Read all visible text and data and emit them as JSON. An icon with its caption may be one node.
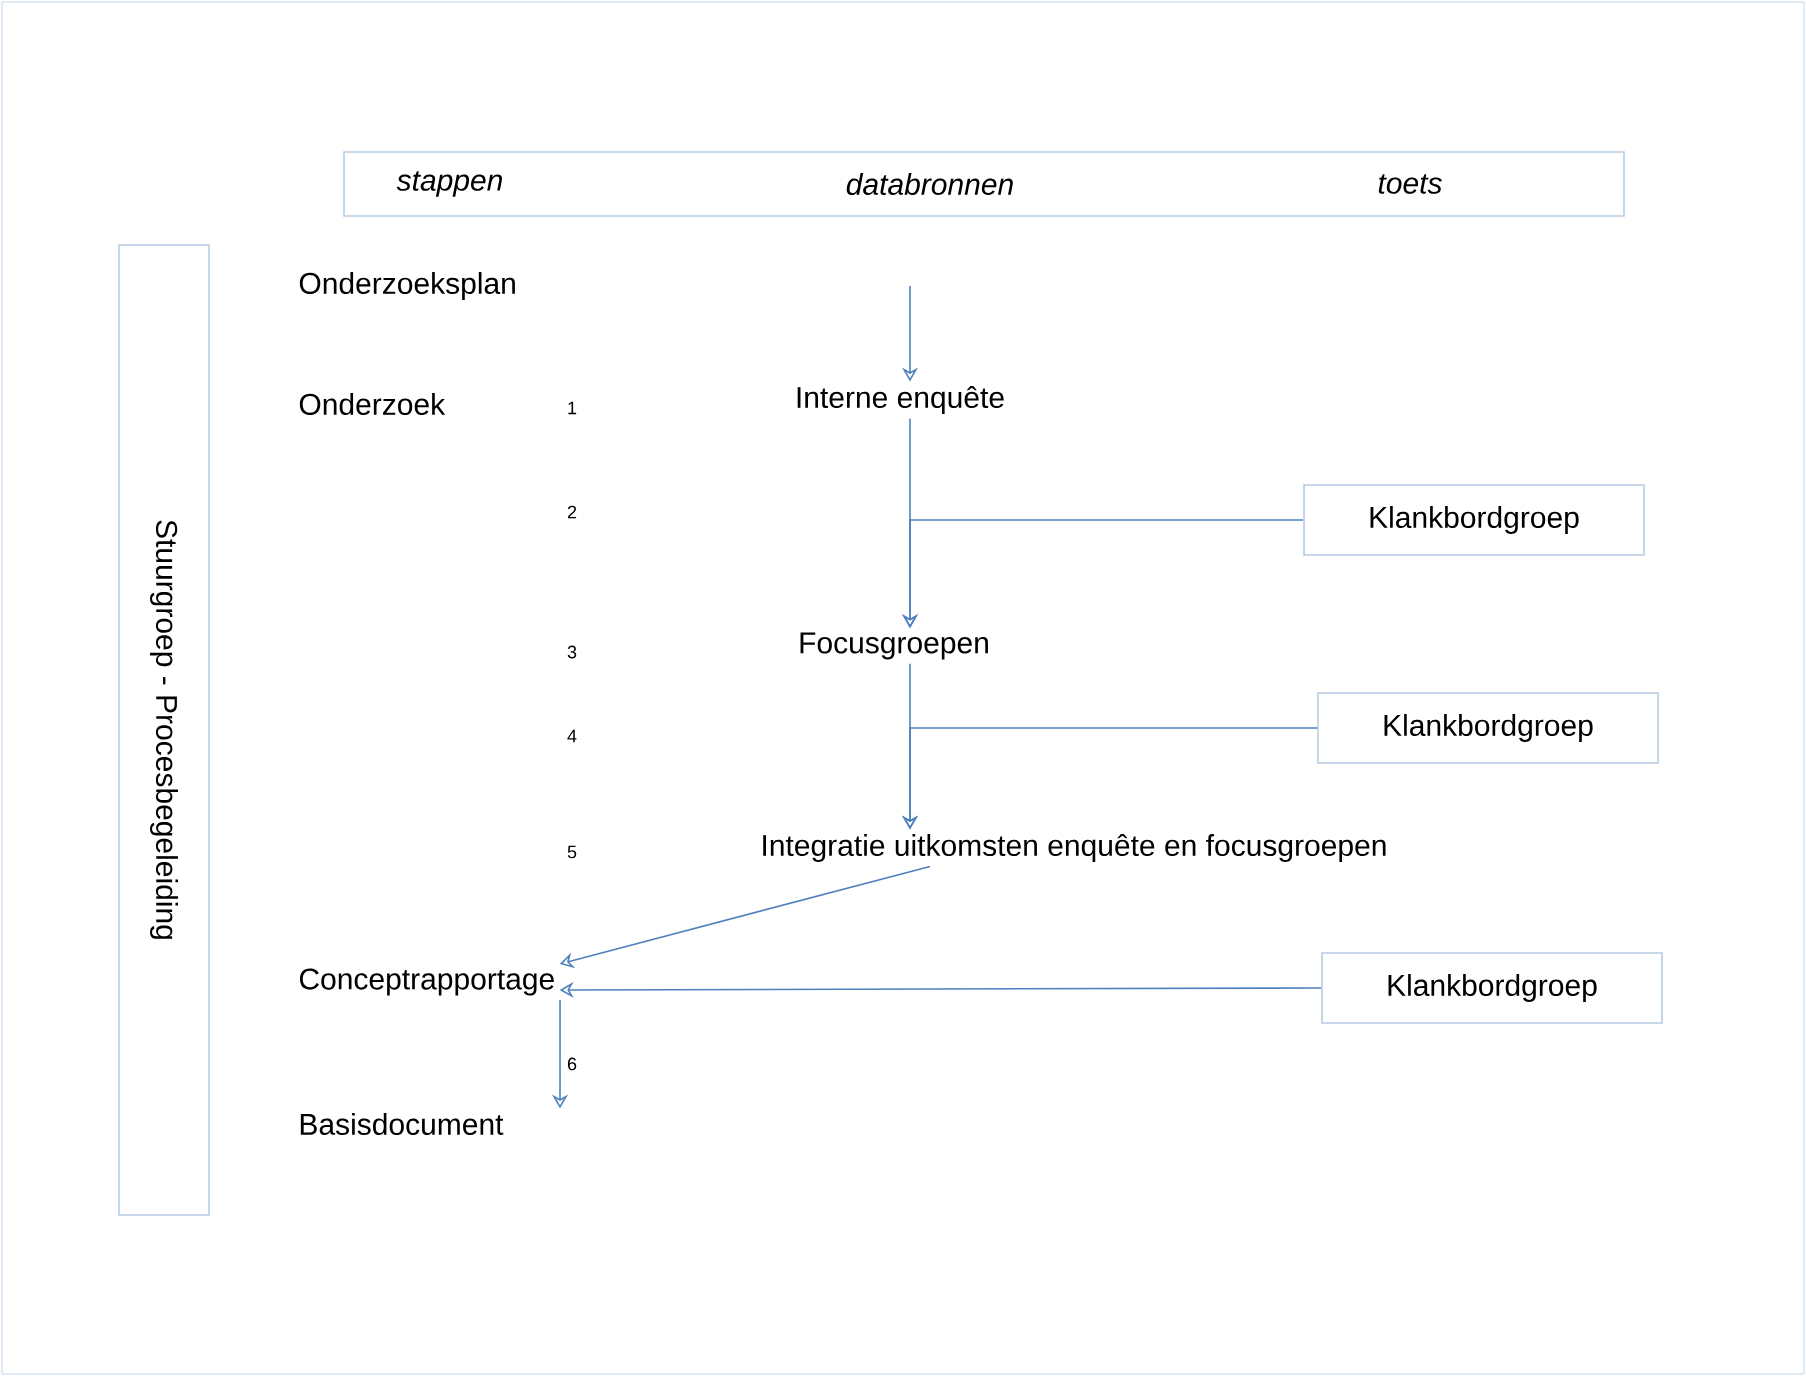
{
  "diagram": {
    "nodes": [
      {
        "text": [
          "stappen",
          "databronnen",
          "toets"
        ]
      },
      {
        "text": [
          "Stuurgroep - Procesbegeleiding"
        ]
      },
      {
        "text": [
          "Onderzoeksplan"
        ]
      },
      {
        "text": [
          "Onderzoek"
        ]
      },
      {
        "text": [
          "Interne enquête"
        ]
      },
      {
        "text": [
          "Klankbordgroep"
        ]
      },
      {
        "text": [
          "Focusgroepen"
        ]
      },
      {
        "text": [
          "Klankbordgroep"
        ]
      },
      {
        "text": [
          "Integratie uitkomsten enquête en focusgroepen"
        ]
      },
      {
        "text": [
          "Conceptrapportage"
        ]
      },
      {
        "text": [
          "Klankbordgroep"
        ]
      },
      {
        "text": [
          "Basisdocument"
        ]
      }
    ],
    "edges": [
      {
        "from": null,
        "to": 4,
        "arrow": "to"
      },
      {
        "from": 4,
        "to": 6,
        "arrow": "to"
      },
      {
        "from": 5,
        "to": 6,
        "arrow": "to"
      },
      {
        "from": 6,
        "to": 8,
        "arrow": "to"
      },
      {
        "from": 7,
        "to": 8,
        "arrow": "to"
      },
      {
        "from": 8,
        "to": 9,
        "arrow": "to"
      },
      {
        "from": 10,
        "to": 9,
        "arrow": "to"
      },
      {
        "from": 9,
        "to": 11,
        "arrow": "to"
      }
    ],
    "labels": [
      "1",
      "2",
      "3",
      "4",
      "5",
      "6"
    ]
  }
}
